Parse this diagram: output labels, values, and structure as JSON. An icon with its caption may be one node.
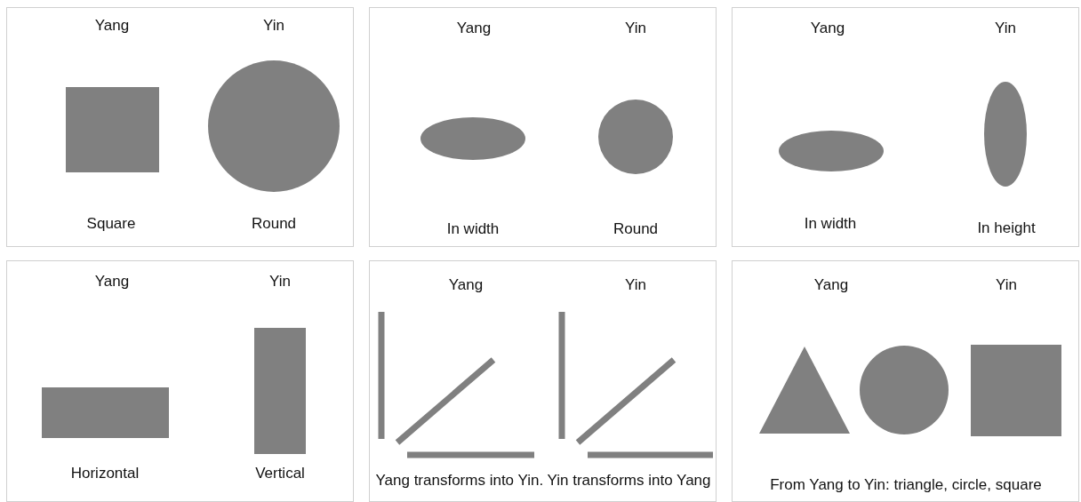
{
  "diagram": {
    "nodes": [
      {
        "text": [
          "Yang",
          "Yin",
          "Square",
          "Round"
        ]
      },
      {
        "text": [
          "Yang",
          "Yin",
          "In width",
          "Round"
        ]
      },
      {
        "text": [
          "Yang",
          "Yin",
          "In width",
          "In height"
        ]
      },
      {
        "text": [
          "Yang",
          "Yin",
          "Horizontal",
          "Vertical"
        ]
      },
      {
        "text": [
          "Yang",
          "Yin",
          "Yang transforms into Yin. Yin transforms into Yang"
        ]
      },
      {
        "text": [
          "Yang",
          "Yin",
          "From Yang to Yin: triangle, circle, square"
        ]
      }
    ],
    "edges": []
  }
}
